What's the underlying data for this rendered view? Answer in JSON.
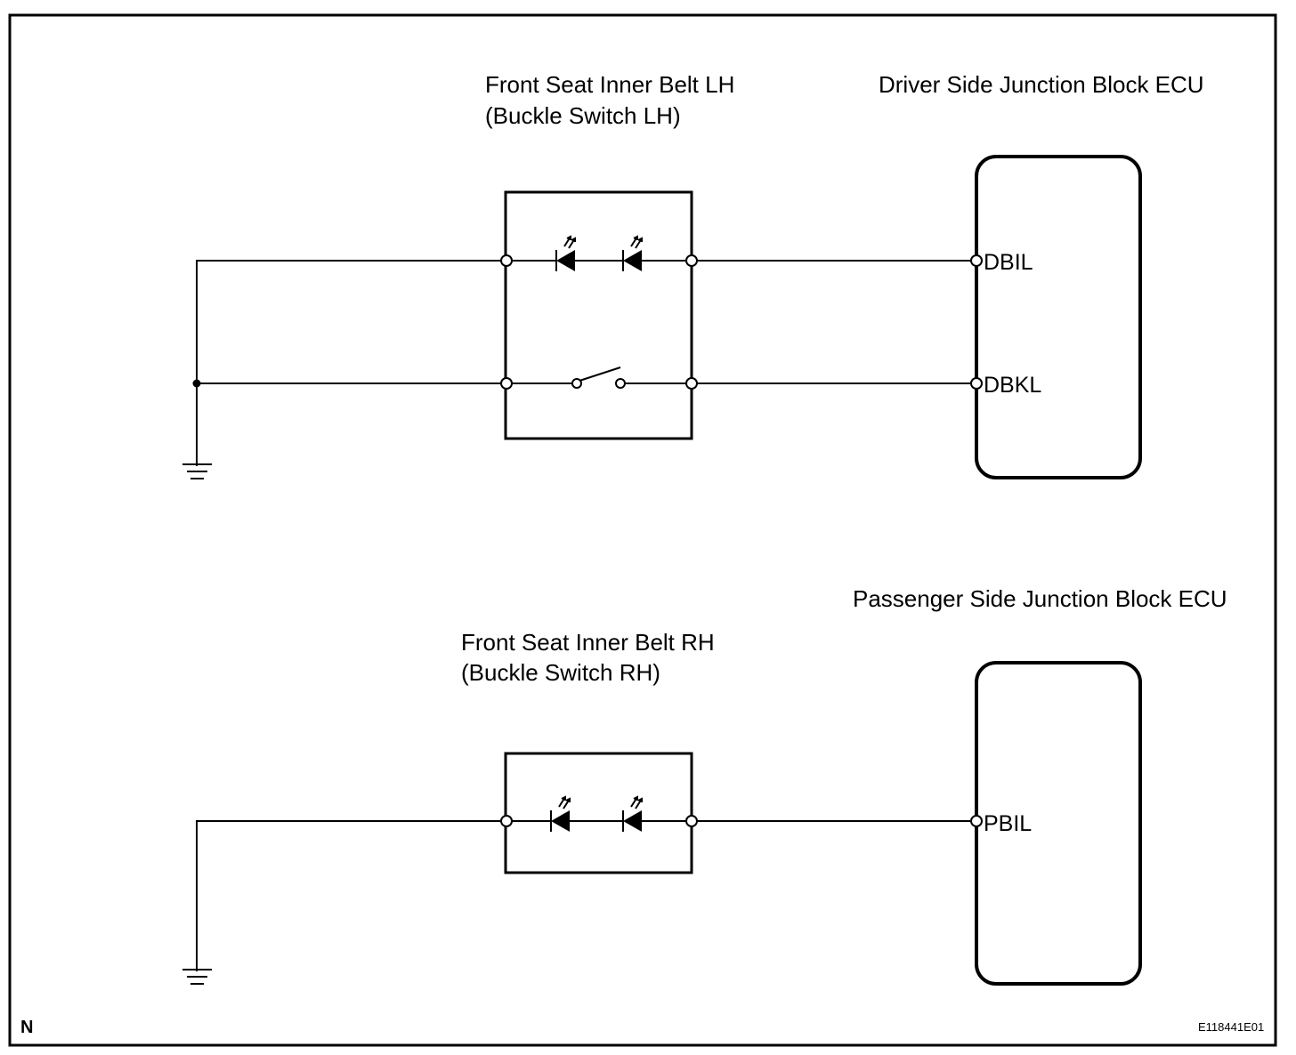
{
  "components": {
    "lh_belt": {
      "line1": "Front Seat Inner Belt LH",
      "line2": "(Buckle Switch LH)"
    },
    "rh_belt": {
      "line1": "Front Seat Inner Belt RH",
      "line2": "(Buckle Switch RH)"
    },
    "driver_ecu": {
      "title": "Driver Side Junction Block ECU",
      "pin_1": "DBIL",
      "pin_2": "DBKL"
    },
    "passenger_ecu": {
      "title": "Passenger Side Junction Block ECU",
      "pin_1": "PBIL"
    }
  },
  "footer": {
    "corner_mark": "N",
    "figure_id": "E118441E01"
  }
}
